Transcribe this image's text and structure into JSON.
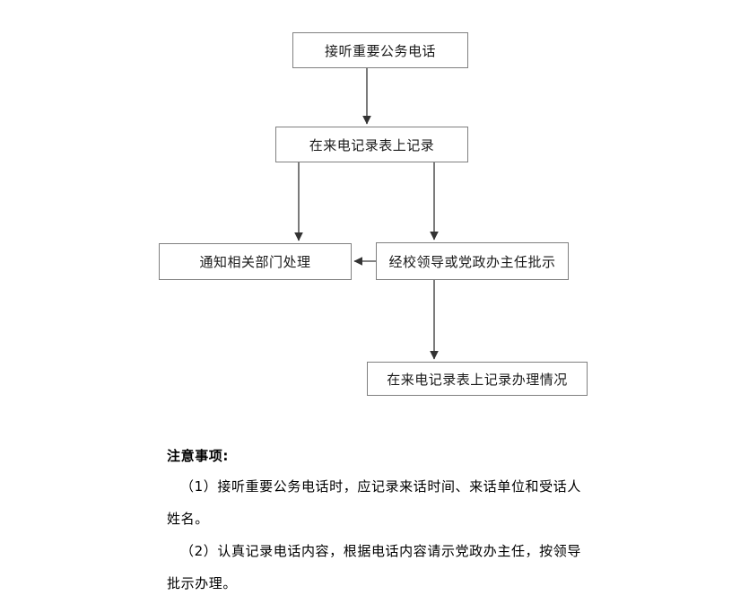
{
  "document": {
    "background_color": "#ffffff",
    "box_border_color": "#808080",
    "connector_color": "#595959",
    "text_color": "#1a1a1a"
  },
  "flowchart": {
    "type": "process-flow",
    "nodes": [
      {
        "id": "answer-call",
        "label": "接听重要公务电话"
      },
      {
        "id": "log-record",
        "label": "在来电记录表上记录"
      },
      {
        "id": "notify-dept",
        "label": "通知相关部门处理"
      },
      {
        "id": "leader-review",
        "label": "经校领导或党政办主任批示"
      },
      {
        "id": "log-handling",
        "label": "在来电记录表上记录办理情况"
      }
    ],
    "edges": [
      {
        "from": "answer-call",
        "to": "log-record",
        "direction": "down"
      },
      {
        "from": "log-record",
        "to": "notify-dept",
        "direction": "down"
      },
      {
        "from": "log-record",
        "to": "leader-review",
        "direction": "down"
      },
      {
        "from": "leader-review",
        "to": "notify-dept",
        "direction": "left"
      },
      {
        "from": "leader-review",
        "to": "log-handling",
        "direction": "down"
      }
    ]
  },
  "notes": {
    "heading": "注意事项:",
    "items": [
      {
        "line1": "（1）接听重要公务电话时，应记录来话时间、来话单位和受话人",
        "line2": "姓名。"
      },
      {
        "line1": "（2）认真记录电话内容，根据电话内容请示党政办主任，按领导",
        "line2": "批示办理。"
      }
    ]
  }
}
